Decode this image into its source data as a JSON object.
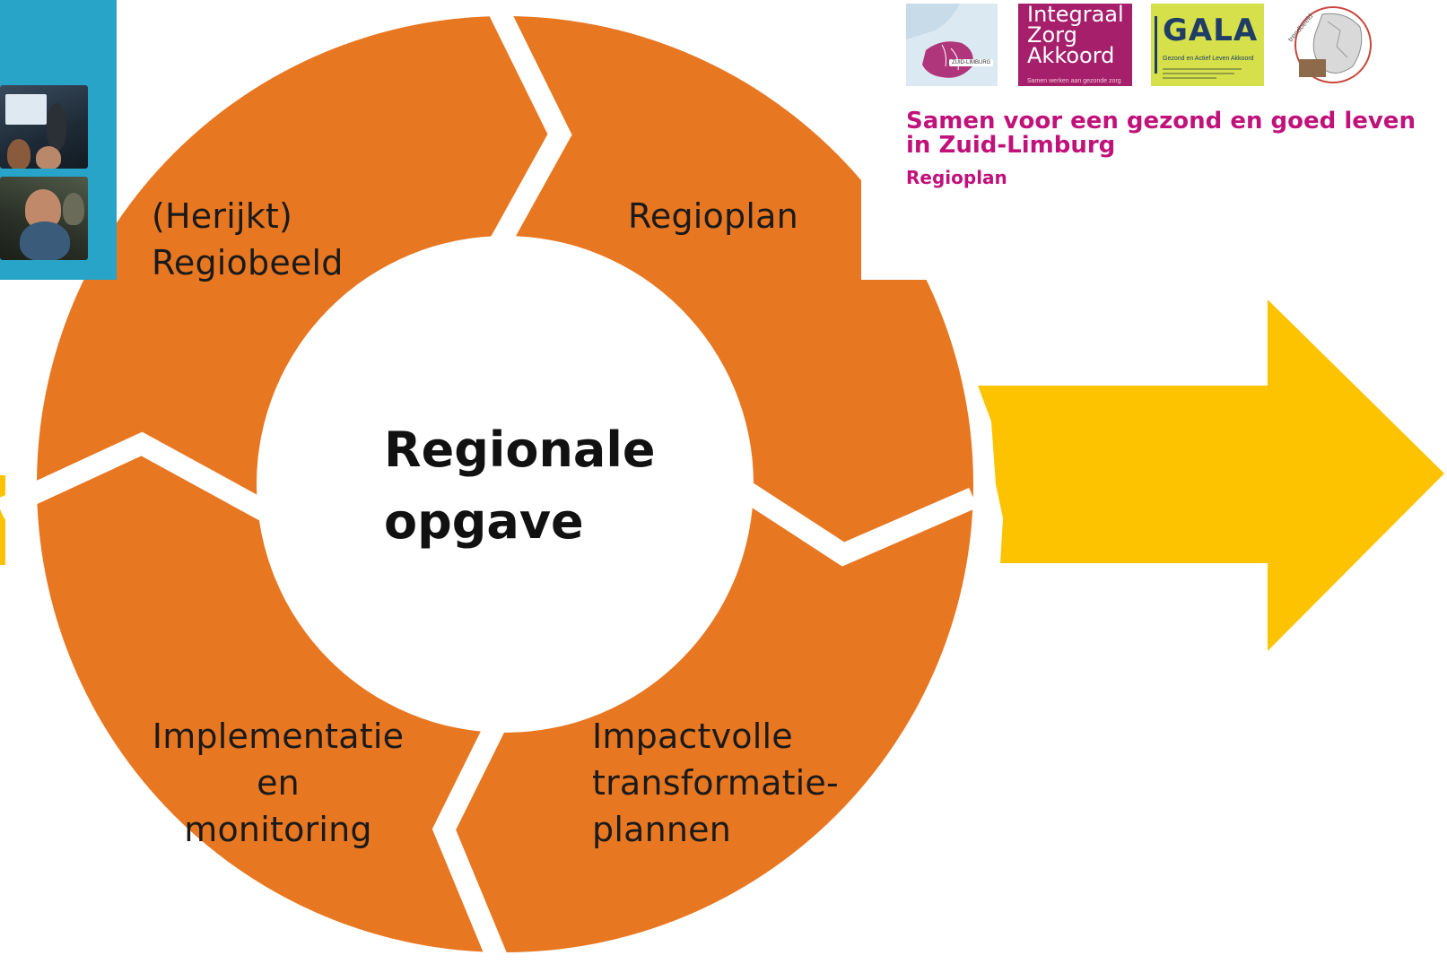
{
  "diagram": {
    "center": [
      "Regionale",
      "opgave"
    ],
    "segments": [
      {
        "id": "regiobeeld",
        "lines": [
          "(Herijkt)",
          "Regiobeeld"
        ]
      },
      {
        "id": "regioplan",
        "lines": [
          "Regioplan"
        ]
      },
      {
        "id": "transformatie",
        "lines": [
          "Impactvolle",
          "transformatie-",
          "plannen"
        ]
      },
      {
        "id": "implementatie",
        "lines": [
          "Implementatie",
          "en",
          "monitoring"
        ]
      }
    ]
  },
  "header": {
    "title": "Samen voor een gezond en goed leven in Zuid-Limburg",
    "subtitle": "Regioplan"
  },
  "logos": {
    "map_badge": "ZUID-LIMBURG",
    "iza": {
      "lines": [
        "Integraal",
        "Zorg",
        "Akkoord"
      ],
      "tagline": "Samen werken aan gezonde zorg"
    },
    "gala": {
      "name": "GALA",
      "tagline": "Gezond en Actief Leven Akkoord"
    },
    "trend": {
      "name": "trendbeeld"
    }
  },
  "colors": {
    "ring": "#e87722",
    "arrow": "#fdc300",
    "accent": "#c0127a",
    "cover": "#27a4c7"
  }
}
